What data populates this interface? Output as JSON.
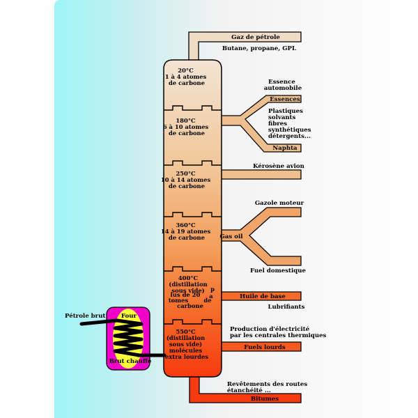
{
  "column": {
    "stages": [
      {
        "lines": [
          "20°C",
          "1 à 4 atomes",
          "de carbone"
        ]
      },
      {
        "lines": [
          "180°C",
          "6 à 10 atomes",
          "de carbone"
        ]
      },
      {
        "lines": [
          "250°C",
          "10 à 14 atomes",
          "de carbone"
        ]
      },
      {
        "lines": [
          "360°C",
          "14 à 19 atomes",
          "de carbone"
        ]
      },
      {
        "lines": [
          "400°C",
          "(distillation",
          "sous vide)",
          "p",
          "lus de 20",
          "a",
          "tomes",
          "de",
          "carbone"
        ]
      },
      {
        "lines": [
          "550°C",
          "(distillation",
          "sous vide)",
          "molécules",
          "extra lourdes"
        ]
      }
    ]
  },
  "furnace": {
    "title": "Four",
    "input_label": "Pétrole brut",
    "output_label": "Brut chauffé"
  },
  "products": {
    "gaz_petrole": "Gaz de pétrole",
    "gaz_petrole_desc": "Butane, propane, GPL",
    "essence_auto": [
      "Essence",
      "automobile"
    ],
    "essences": "Essences",
    "plastiques": [
      "Plastiques",
      "solvants",
      "fibres",
      "synthétiques",
      "détergents..."
    ],
    "naphta": "Naphta",
    "kerosene": "Kérosène avion",
    "gazole": "Gazole moteur",
    "gas_oil": "Gas oil",
    "fuel_domestique": "Fuel domestique",
    "huile_base": "Huile de base",
    "lubrifiants": "Lubrifiants",
    "production_elec": [
      "Production d'électricité",
      "par les centrales thermiques"
    ],
    "fuels_lourds": "Fuels lourds",
    "revetements": [
      "Revêtements des routes",
      "étanchéité ..."
    ],
    "bitumes": "Bitumes"
  }
}
